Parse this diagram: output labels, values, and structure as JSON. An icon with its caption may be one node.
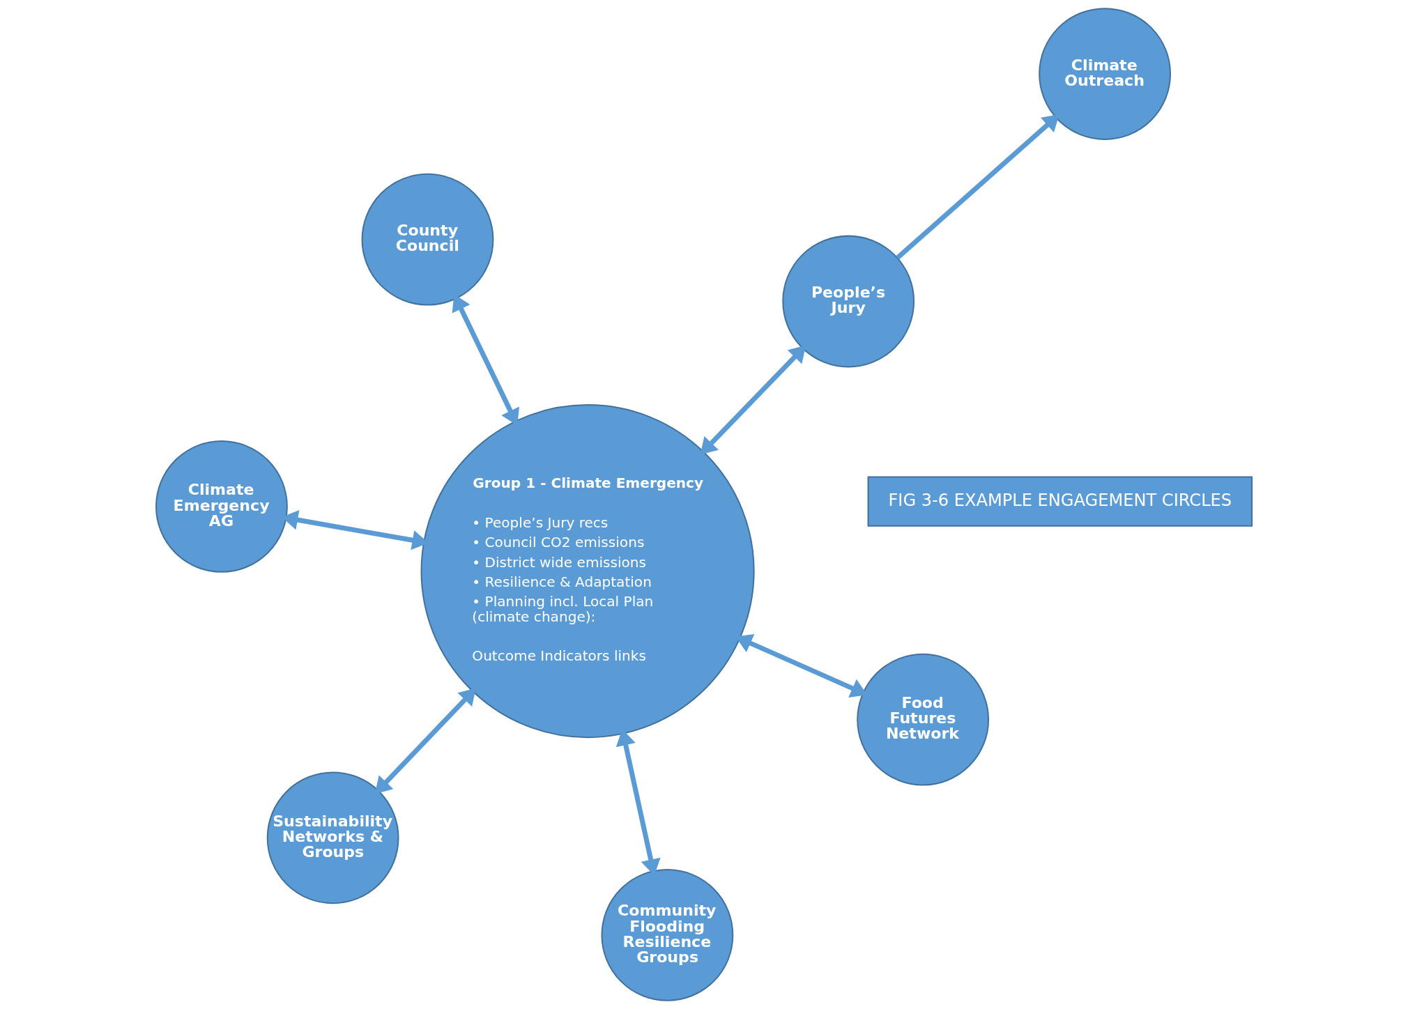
{
  "diagram": {
    "nodes": [
      {
        "text": [
          "FIG 3-6 EXAMPLE ENGAGEMENT CIRCLES"
        ]
      },
      {
        "text": [
          "People’s Jury"
        ]
      },
      {
        "text": [
          "Climate Outreach"
        ]
      },
      {
        "text": [
          "Group 1 - Climate Emergency",
          "• People’s Jury recs",
          "• Council CO2 emissions",
          "• District wide emissions",
          "• Resilience & Adaptation",
          "• Planning incl. Local Plan (climate change):",
          "Outcome Indicators links"
        ]
      },
      {
        "text": [
          "Climate Emergency AG"
        ]
      },
      {
        "text": [
          "Food Futures Network"
        ]
      },
      {
        "text": [
          "County Council"
        ]
      },
      {
        "text": [
          "Sustainability Networks & Groups"
        ]
      },
      {
        "text": [
          "Community Flooding Resilience Groups"
        ]
      }
    ],
    "edges": [
      {
        "from": 1,
        "to": 2,
        "arrow": "to"
      },
      {
        "from": 1,
        "to": 3,
        "arrow": "both"
      },
      {
        "from": 3,
        "to": 4,
        "arrow": "both"
      },
      {
        "from": 3,
        "to": 5,
        "arrow": "both"
      },
      {
        "from": 3,
        "to": 6,
        "arrow": "both"
      },
      {
        "from": 3,
        "to": 7,
        "arrow": "both"
      },
      {
        "from": 3,
        "to": 8,
        "arrow": "both"
      }
    ]
  }
}
